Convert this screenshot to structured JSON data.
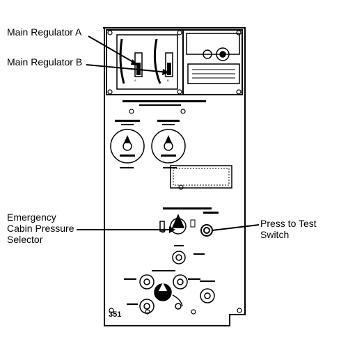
{
  "callouts": {
    "main_regulator_a": "Main Regulator A",
    "main_regulator_b": "Main Regulator B",
    "emergency": [
      "Emergency",
      "Cabin Pressure",
      "Selector"
    ],
    "press_to_test": [
      "Press to Test",
      "Switch"
    ]
  },
  "panel": {
    "number": "351"
  },
  "colors": {
    "ink": "#000000",
    "paper": "#ffffff"
  }
}
